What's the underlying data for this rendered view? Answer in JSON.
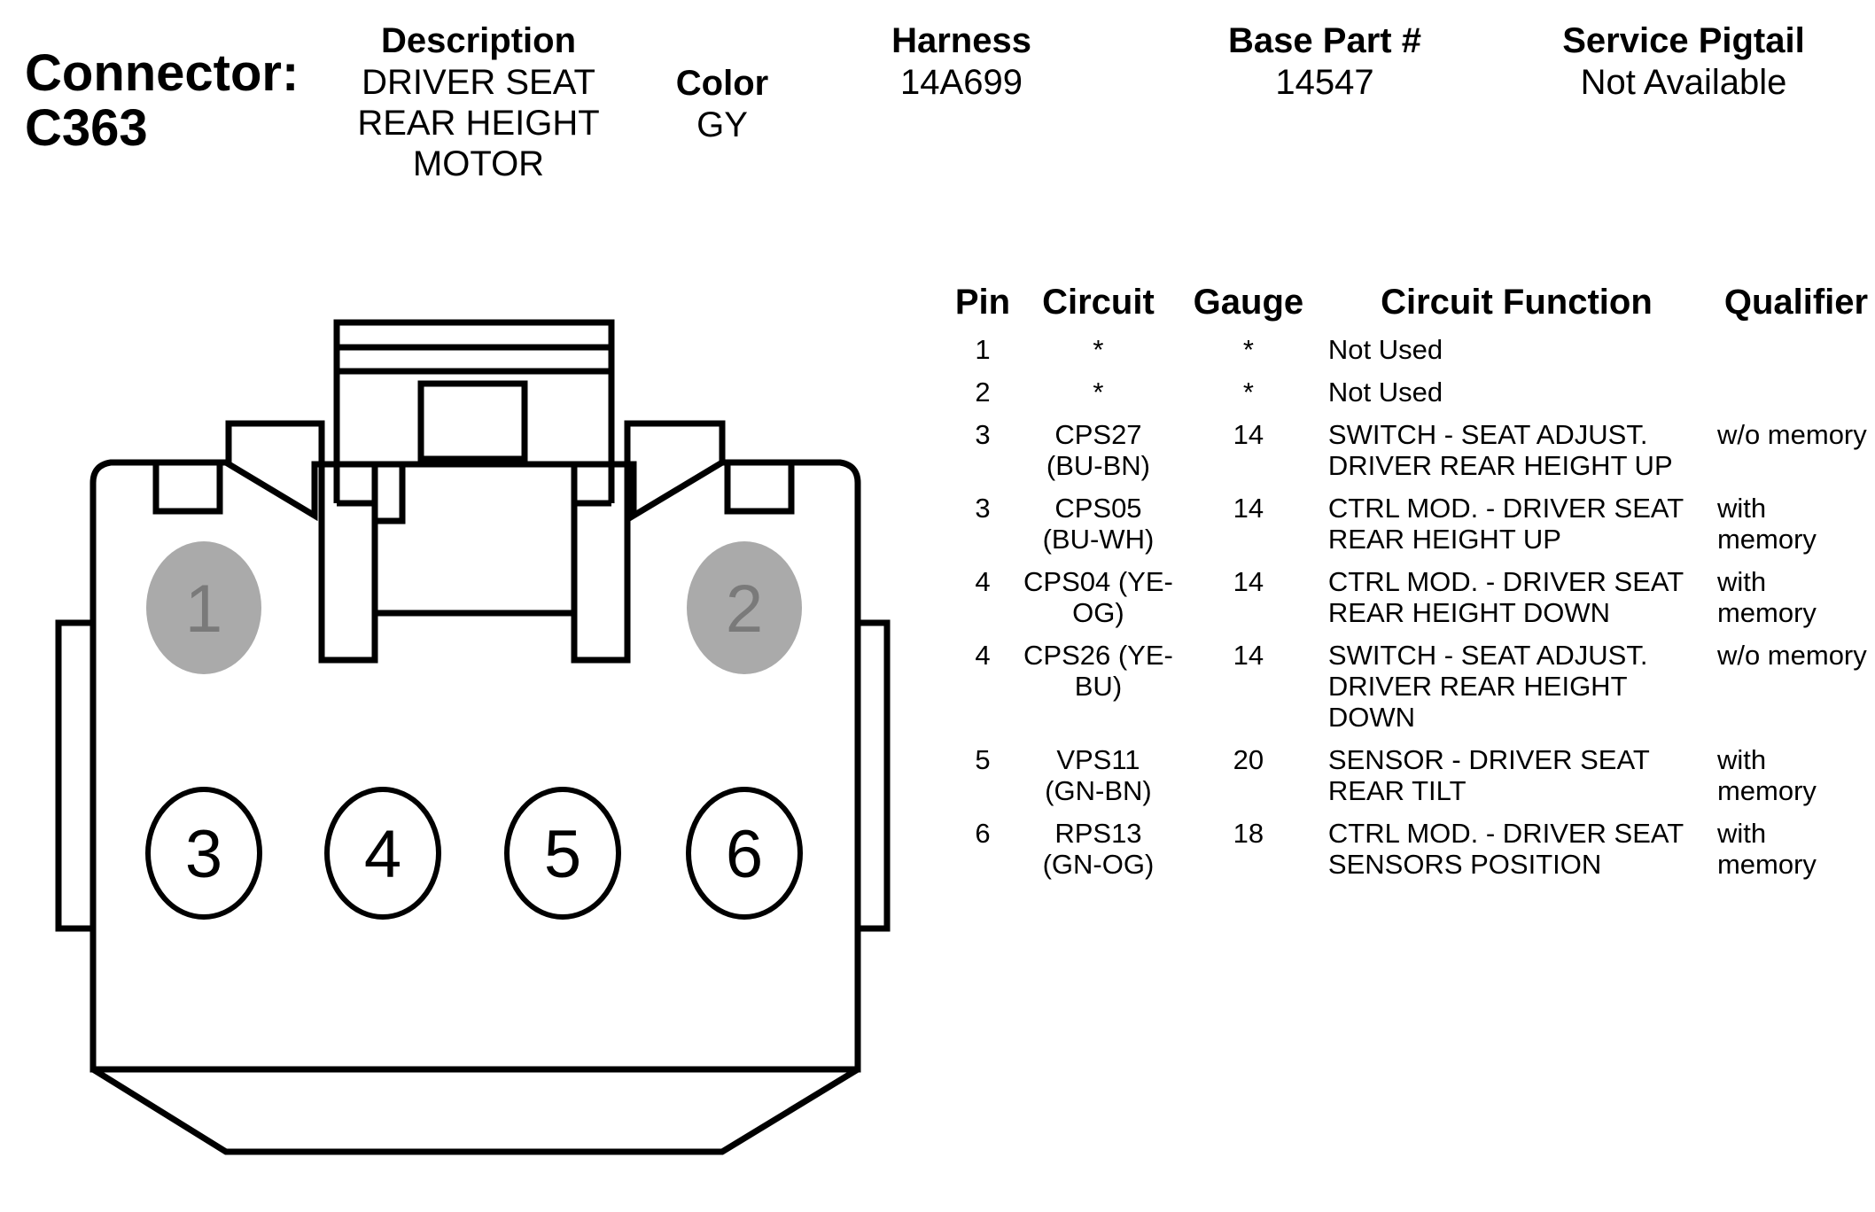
{
  "connector": {
    "label": "Connector:",
    "id": "C363"
  },
  "header": {
    "description": {
      "title": "Description",
      "lines": [
        "DRIVER SEAT",
        "REAR HEIGHT",
        "MOTOR"
      ]
    },
    "color": {
      "title": "Color",
      "value": "GY"
    },
    "harness": {
      "title": "Harness",
      "value": "14A699"
    },
    "base_part": {
      "title": "Base Part #",
      "value": "14547"
    },
    "service_pigtail": {
      "title": "Service Pigtail",
      "value": "Not Available"
    }
  },
  "table": {
    "headers": {
      "pin": "Pin",
      "circuit": "Circuit",
      "gauge": "Gauge",
      "function": "Circuit Function",
      "qualifier": "Qualifier"
    },
    "rows": [
      {
        "pin": "1",
        "circuit": [
          "*"
        ],
        "gauge": "*",
        "function": [
          "Not Used"
        ],
        "qualifier": [
          ""
        ]
      },
      {
        "pin": "2",
        "circuit": [
          "*"
        ],
        "gauge": "*",
        "function": [
          "Not Used"
        ],
        "qualifier": [
          ""
        ]
      },
      {
        "pin": "3",
        "circuit": [
          "CPS27",
          "(BU-BN)"
        ],
        "gauge": "14",
        "function": [
          "SWITCH - SEAT ADJUST.",
          "DRIVER REAR HEIGHT UP"
        ],
        "qualifier": [
          "w/o memory"
        ]
      },
      {
        "pin": "3",
        "circuit": [
          "CPS05",
          "(BU-WH)"
        ],
        "gauge": "14",
        "function": [
          "CTRL MOD. - DRIVER SEAT",
          "REAR HEIGHT UP"
        ],
        "qualifier": [
          "with",
          "memory"
        ]
      },
      {
        "pin": "4",
        "circuit": [
          "CPS04 (YE-",
          "OG)"
        ],
        "gauge": "14",
        "function": [
          "CTRL MOD. - DRIVER SEAT",
          "REAR HEIGHT DOWN"
        ],
        "qualifier": [
          "with",
          "memory"
        ]
      },
      {
        "pin": "4",
        "circuit": [
          "CPS26 (YE-",
          "BU)"
        ],
        "gauge": "14",
        "function": [
          "SWITCH - SEAT ADJUST.",
          "DRIVER REAR HEIGHT",
          "DOWN"
        ],
        "qualifier": [
          "w/o memory"
        ]
      },
      {
        "pin": "5",
        "circuit": [
          "VPS11",
          "(GN-BN)"
        ],
        "gauge": "20",
        "function": [
          "SENSOR - DRIVER SEAT",
          "REAR TILT"
        ],
        "qualifier": [
          "with",
          "memory"
        ]
      },
      {
        "pin": "6",
        "circuit": [
          "RPS13",
          "(GN-OG)"
        ],
        "gauge": "18",
        "function": [
          "CTRL MOD. - DRIVER SEAT",
          "SENSORS POSITION"
        ],
        "qualifier": [
          "with",
          "memory"
        ]
      }
    ]
  },
  "diagram": {
    "pins": [
      {
        "number": "1",
        "state": "not-used"
      },
      {
        "number": "2",
        "state": "not-used"
      },
      {
        "number": "3",
        "state": "used"
      },
      {
        "number": "4",
        "state": "used"
      },
      {
        "number": "5",
        "state": "used"
      },
      {
        "number": "6",
        "state": "used"
      }
    ],
    "colors": {
      "outline": "#000000",
      "not_used_fill": "#aaaaaa",
      "not_used_text": "#7a7a7a",
      "used_fill": "#ffffff"
    }
  }
}
